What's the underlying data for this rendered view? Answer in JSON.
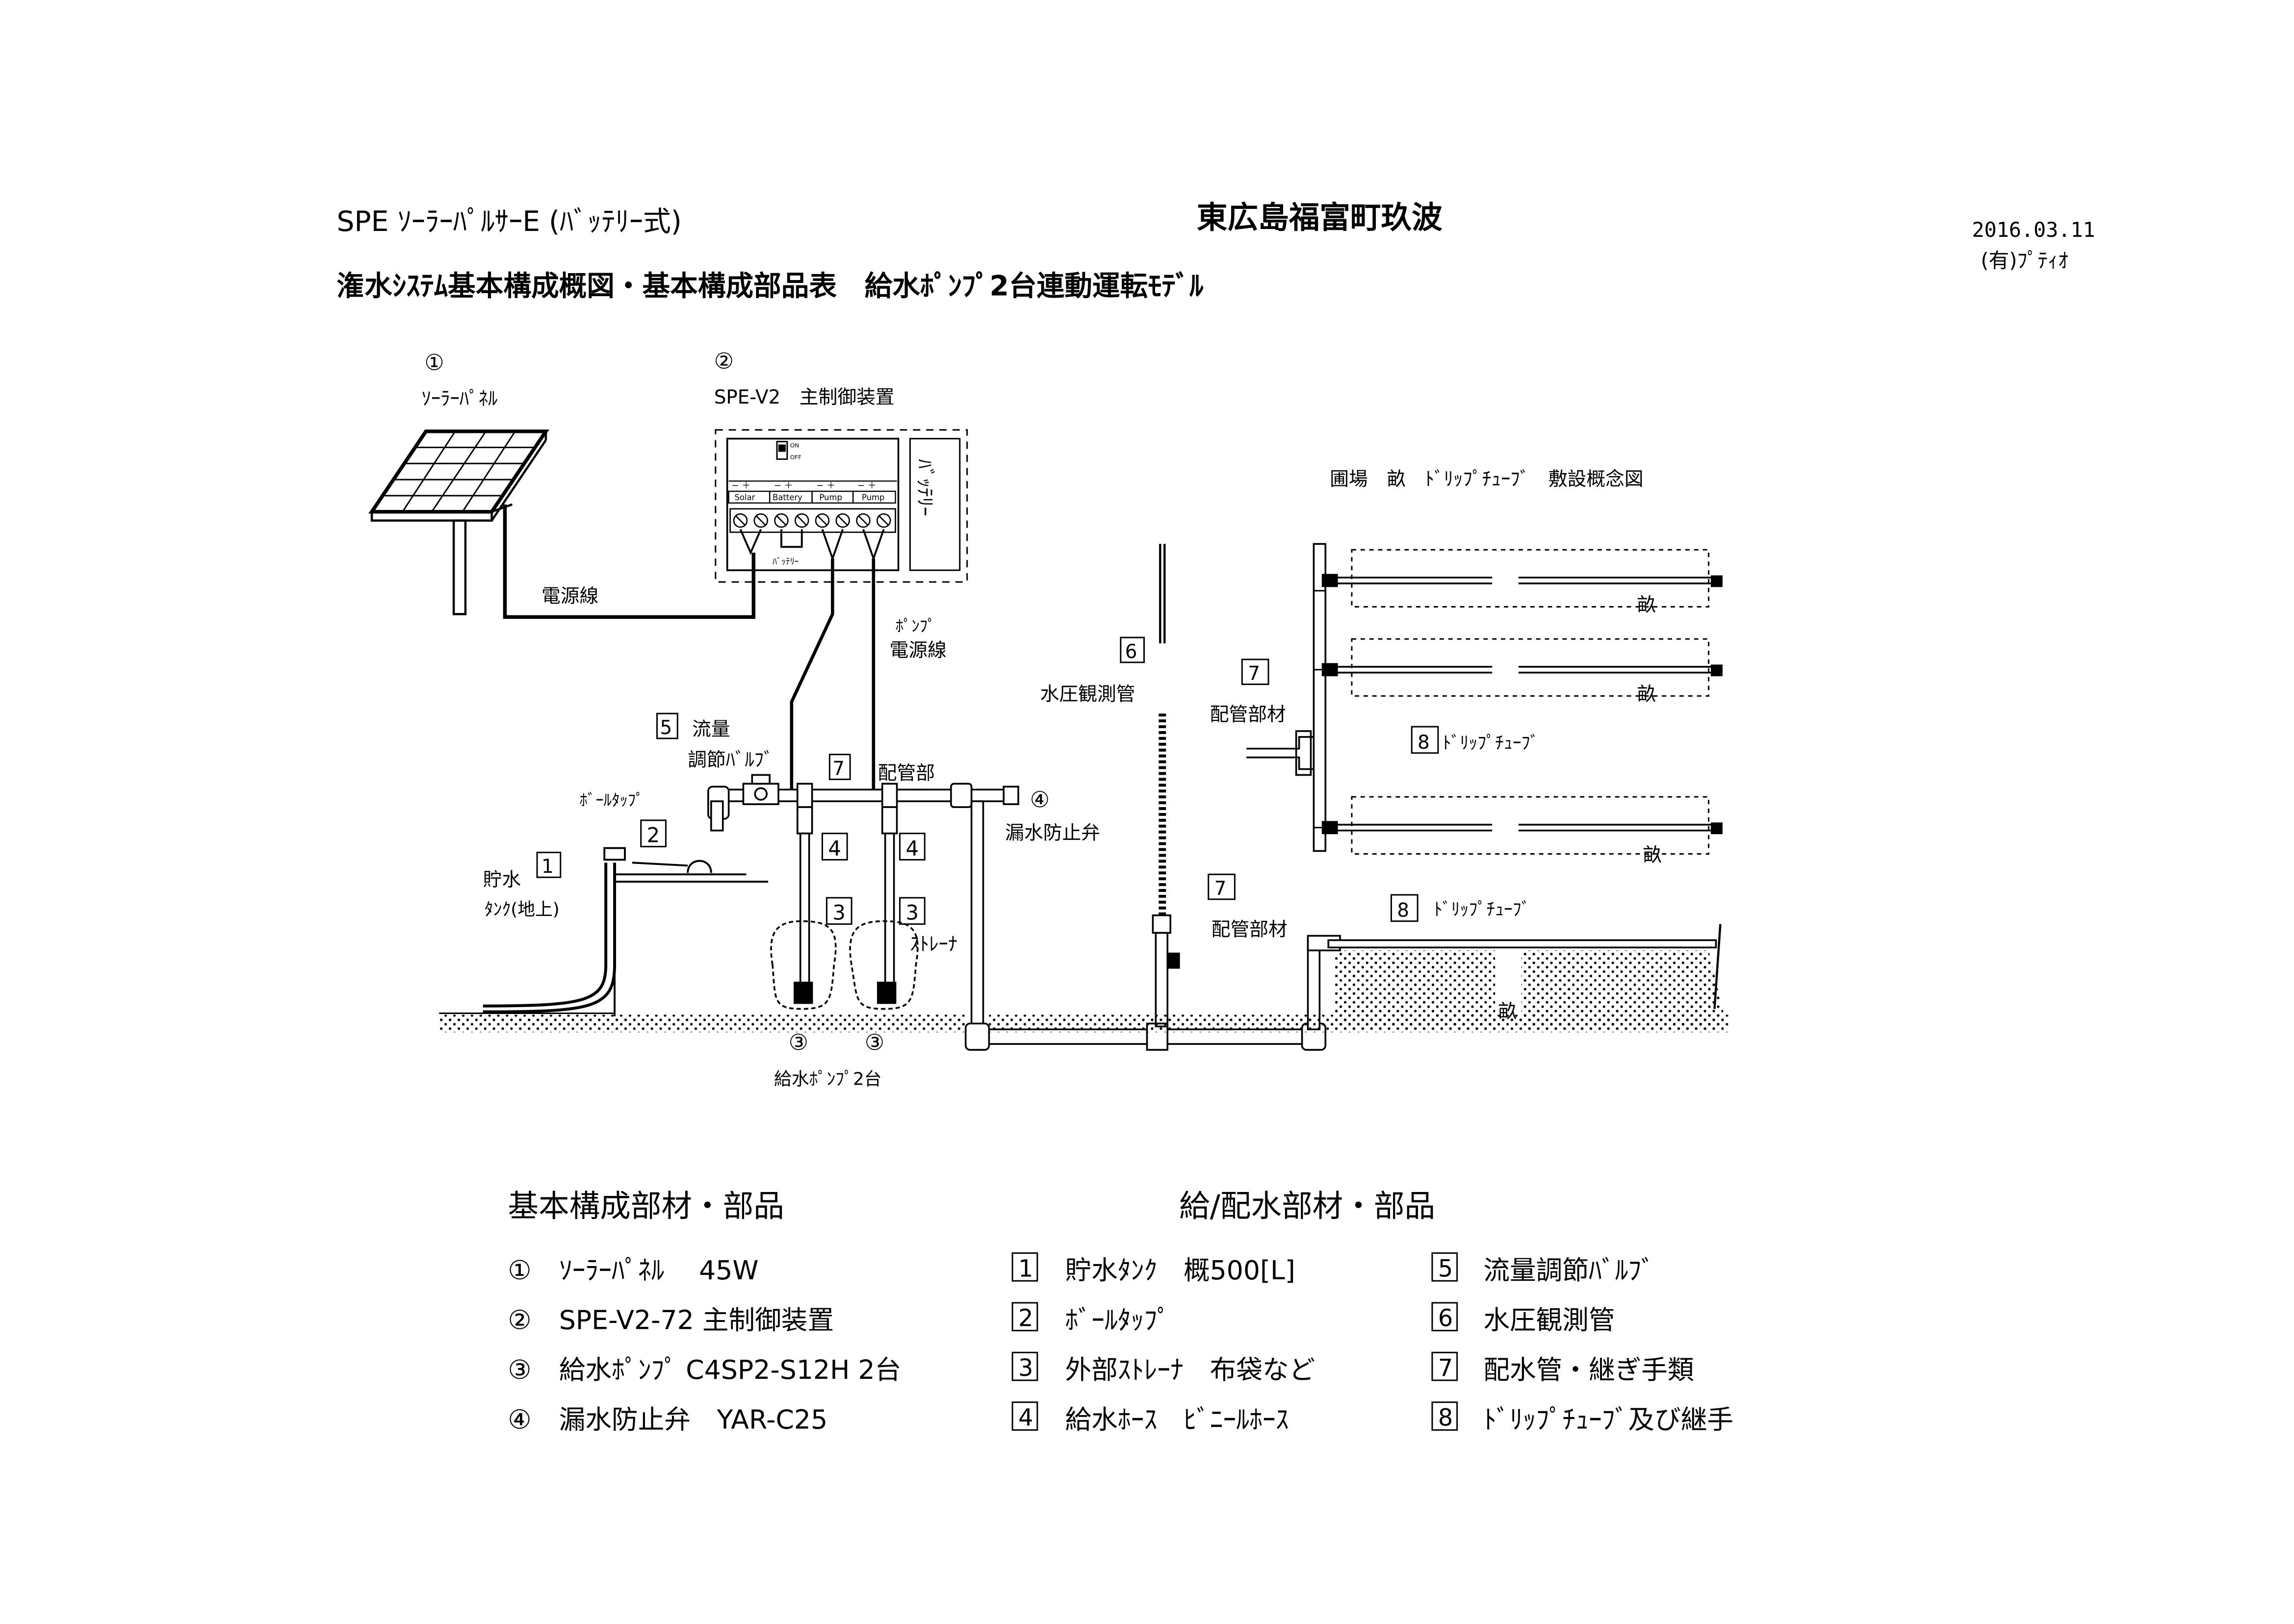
{
  "header": {
    "title_line1": "SPE ｿｰﾗｰﾊﾟﾙｻｰE (ﾊﾞｯﾃﾘｰ式)",
    "location": "東広島福富町玖波",
    "date": "2016.03.11",
    "company": "(有)ﾌﾟﾃｨｵ",
    "title_line2": "潅水ｼｽﾃﾑ基本構成概図・基本構成部品表　給水ﾎﾟﾝﾌﾟ2台連動運転ﾓﾃﾞﾙ"
  },
  "diagram": {
    "panel_num": "①",
    "panel_label": "ｿｰﾗｰﾊﾟﾈﾙ",
    "ctrl_num": "②",
    "ctrl_label": "SPE-V2　主制御装置",
    "battery_label": "ﾊﾞｯﾃﾘｰ",
    "battery_small": "ﾊﾞｯﾃﾘｰ",
    "switch_on": "ON",
    "switch_off": "OFF",
    "terminals": [
      "Solar",
      "Battery",
      "Pump",
      "Pump"
    ],
    "power_line": "電源線",
    "pump_power_1": "ﾎﾟﾝﾌﾟ",
    "pump_power_2": "電源線",
    "valve_num": "5",
    "valve_label_1": "流量",
    "valve_label_2": "調節ﾊﾞﾙﾌﾞ",
    "piping_num": "7",
    "piping_label": "配管部",
    "balltap_label": "ﾎﾞｰﾙﾀｯﾌﾟ",
    "balltap_num": "2",
    "tank_num": "1",
    "tank_label_1": "貯水",
    "tank_label_2": "ﾀﾝｸ(地上)",
    "hose_num": "4",
    "strainer_num": "3",
    "strainer_label": "ｽﾄﾚｰﾅ",
    "check_num": "④",
    "check_label": "漏水防止弁",
    "pump_num": "③",
    "pumps_label": "給水ﾎﾟﾝﾌﾟ2台",
    "gauge_num": "6",
    "gauge_label": "水圧観測管",
    "field_title": "圃場　畝　ﾄﾞﾘｯﾌﾟﾁｭｰﾌﾞ　敷設概念図",
    "field_piping_num": "7",
    "field_piping_label": "配管部材",
    "drip_num": "8",
    "drip_label": "ﾄﾞﾘｯﾌﾟﾁｭｰﾌﾞ",
    "ridge_label": "畝"
  },
  "parts": {
    "basic_title": "基本構成部材・部品",
    "supply_title": "給/配水部材・部品",
    "basic_items": [
      {
        "num": "①",
        "text": "ｿｰﾗｰﾊﾟﾈﾙ　 45W"
      },
      {
        "num": "②",
        "text": "SPE-V2-72 主制御装置"
      },
      {
        "num": "③",
        "text": "給水ﾎﾟﾝﾌﾟ C4SP2-S12H 2台"
      },
      {
        "num": "④",
        "text": "漏水防止弁　YAR-C25"
      }
    ],
    "supply_items_a": [
      {
        "num": "1",
        "text": "貯水ﾀﾝｸ　概500[L]"
      },
      {
        "num": "2",
        "text": "ﾎﾞｰﾙﾀｯﾌﾟ"
      },
      {
        "num": "3",
        "text": "外部ｽﾄﾚｰﾅ　布袋など"
      },
      {
        "num": "4",
        "text": "給水ﾎｰｽ　ﾋﾞﾆｰﾙﾎｰｽ"
      }
    ],
    "supply_items_b": [
      {
        "num": "5",
        "text": "流量調節ﾊﾞﾙﾌﾞ"
      },
      {
        "num": "6",
        "text": "水圧観測管"
      },
      {
        "num": "7",
        "text": "配水管・継ぎ手類"
      },
      {
        "num": "8",
        "text": "ﾄﾞﾘｯﾌﾟﾁｭｰﾌﾞ及び継手"
      }
    ]
  }
}
